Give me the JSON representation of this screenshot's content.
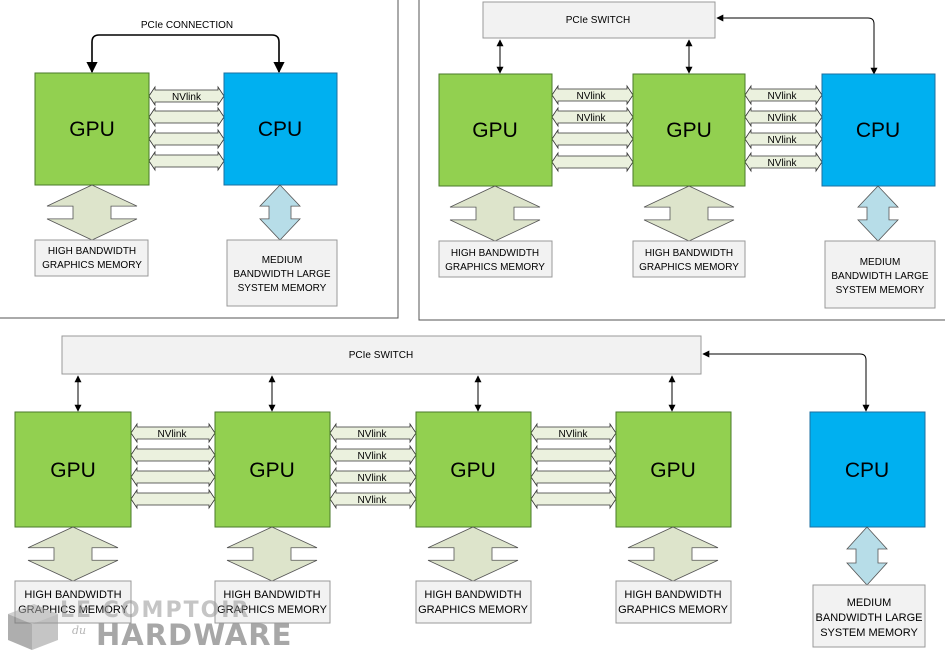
{
  "diagrams": [
    {
      "connection_label": "PCIe CONNECTION",
      "processors": [
        {
          "label": "GPU",
          "memory": [
            "HIGH BANDWIDTH",
            "GRAPHICS MEMORY"
          ]
        },
        {
          "label": "CPU",
          "memory": [
            "MEDIUM",
            "BANDWIDTH LARGE",
            "SYSTEM MEMORY"
          ]
        }
      ],
      "links": [
        "NVlink",
        "NVlink",
        "NVlink",
        "NVlink"
      ]
    },
    {
      "switch_label": "PCIe SWITCH",
      "processors": [
        {
          "label": "GPU",
          "memory": [
            "HIGH BANDWIDTH",
            "GRAPHICS MEMORY"
          ]
        },
        {
          "label": "GPU",
          "memory": [
            "HIGH BANDWIDTH",
            "GRAPHICS MEMORY"
          ]
        },
        {
          "label": "CPU",
          "memory": [
            "MEDIUM",
            "BANDWIDTH LARGE",
            "SYSTEM MEMORY"
          ]
        }
      ],
      "links": [
        "NVlink",
        "NVlink",
        "NVlink",
        "NVlink",
        "NVlink",
        "NVlink"
      ]
    },
    {
      "switch_label": "PCIe SWITCH",
      "processors": [
        {
          "label": "GPU",
          "memory": [
            "HIGH BANDWIDTH",
            "GRAPHICS MEMORY"
          ]
        },
        {
          "label": "GPU",
          "memory": [
            "HIGH BANDWIDTH",
            "GRAPHICS MEMORY"
          ]
        },
        {
          "label": "GPU",
          "memory": [
            "HIGH BANDWIDTH",
            "GRAPHICS MEMORY"
          ]
        },
        {
          "label": "GPU",
          "memory": [
            "HIGH BANDWIDTH",
            "GRAPHICS MEMORY"
          ]
        },
        {
          "label": "CPU",
          "memory": [
            "MEDIUM",
            "BANDWIDTH LARGE",
            "SYSTEM MEMORY"
          ]
        }
      ],
      "links": [
        "NVlink",
        "NVlink",
        "NVlink",
        "NVlink",
        "NVlink"
      ]
    }
  ],
  "watermark": {
    "line1": "LE COMPTOIR",
    "small": "du",
    "line2": "HARDWARE"
  },
  "colors": {
    "gpu": "#92d050",
    "cpu": "#00b0f0",
    "gpu_mem_arrow": "#dde4cb",
    "cpu_mem_arrow": "#b7dde8",
    "switch_fill": "#f2f2f2",
    "link_fill": "#ebf1de"
  }
}
